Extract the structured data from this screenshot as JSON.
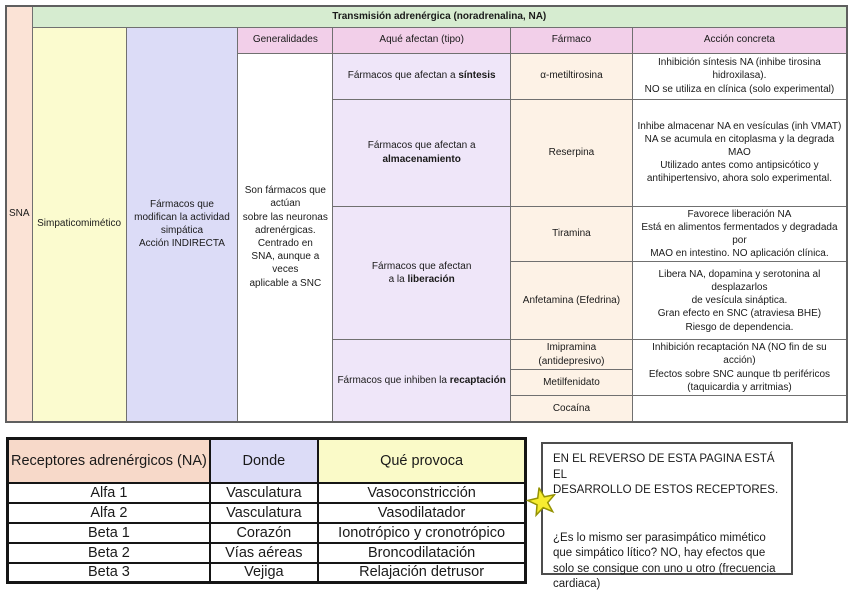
{
  "colors": {
    "header-green": "#d6ecd0",
    "salmon": "#fbe3d6",
    "yellow": "#fbfbcf",
    "lavender": "#dcdcf7",
    "pink": "#f2cfe9",
    "light-purple": "#efe6f9",
    "peach": "#fdf2e6",
    "receptors-salmon": "#f7d9c9",
    "receptors-yellow": "#fafac8",
    "star-yellow": "#f7ec30"
  },
  "main_table": {
    "title": "Transmisión adrenérgica (noradrenalina, NA)",
    "row_group_label": "SNA",
    "category_label": "Simpaticomimético",
    "mechanism_label": "Fármacos que\nmodifican la actividad\nsimpática\nAcción INDIRECTA",
    "col_headers": {
      "generalidades": "Generalidades",
      "tipo": "Aqué afectan (tipo)",
      "farmaco": "Fármaco",
      "accion": "Acción concreta"
    },
    "generalidades_body": "Son fármacos que\nactúan\nsobre las neuronas\nadrenérgicas.\nCentrado en\nSNA, aunque a\nveces\naplicable a SNC",
    "tipos": [
      {
        "prefix": "Fármacos que afectan a ",
        "bold": "síntesis"
      },
      {
        "prefix": "Fármacos que afectan a\n",
        "bold": "almacenamiento"
      },
      {
        "prefix": "Fármacos que afectan\na la ",
        "bold": "liberación"
      },
      {
        "prefix": "Fármacos que inhiben la ",
        "bold": "recaptación"
      }
    ],
    "farmacos": [
      "α-metiltirosina",
      "Reserpina",
      "Tiramina",
      "Anfetamina (Efedrina)",
      "Imipramina (antidepresivo)",
      "Metilfenidato",
      "Cocaína"
    ],
    "acciones": [
      "Inhibición síntesis NA (inhibe tirosina\nhidroxilasa).\nNO se utiliza en clínica (solo experimental)",
      "Inhibe almacenar NA en vesículas (inh VMAT)\nNA se acumula en citoplasma y la degrada\nMAO\nUtilizado antes como antipsicótico y\nantihipertensivo, ahora solo experimental.",
      "Favorece liberación NA\nEstá en alimentos fermentados y degradada\npor\nMAO en intestino. NO aplicación clínica.",
      "Libera NA, dopamina y serotonina al\ndesplazarlos\nde vesícula sináptica.\nGran efecto en SNC (atraviesa BHE)\nRiesgo de dependencia.",
      "Inhibición recaptación NA (NO fin de su\nacción)\nEfectos sobre SNC aunque tb periféricos\n(taquicardia y arritmias)",
      ""
    ]
  },
  "receptors_table": {
    "headers": [
      "Receptores adrenérgicos (NA)",
      "Donde",
      "Qué provoca"
    ],
    "rows": [
      [
        "Alfa 1",
        "Vasculatura",
        "Vasoconstricción"
      ],
      [
        "Alfa 2",
        "Vasculatura",
        "Vasodilatador"
      ],
      [
        "Beta 1",
        "Corazón",
        "Ionotrópico y cronotrópico"
      ],
      [
        "Beta 2",
        "Vías aéreas",
        "Broncodilatación"
      ],
      [
        "Beta 3",
        "Vejiga",
        "Relajación detrusor"
      ]
    ]
  },
  "note": {
    "line1": "EN EL REVERSO DE ESTA PAGINA ESTÁ EL\nDESARROLLO DE ESTOS RECEPTORES.",
    "line2": "¿Es lo mismo ser parasimpático mimético\nque simpático lítico? NO, hay efectos que\nsolo se consigue con uno u otro (frecuencia\ncardiaca)",
    "star_icon": "star-icon"
  }
}
